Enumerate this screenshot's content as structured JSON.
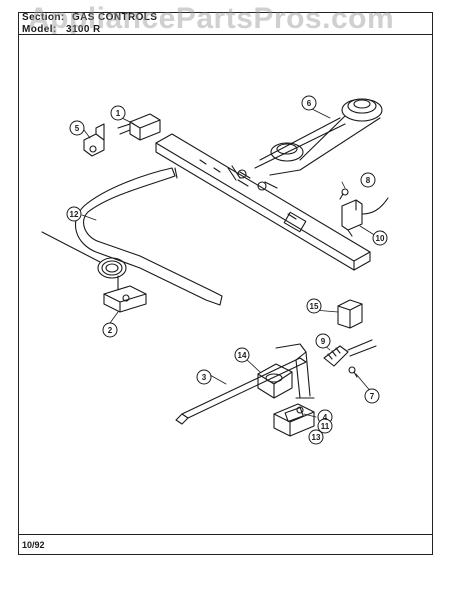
{
  "header": {
    "section_label": "Section:",
    "section_value": "GAS CONTROLS",
    "model_label": "Model:",
    "model_value": "3100 R"
  },
  "watermark": "AppliancePartsPros.com",
  "footer": {
    "date_code": "10/92"
  },
  "callouts": [
    "1",
    "2",
    "3",
    "4",
    "5",
    "6",
    "7",
    "8",
    "9",
    "10",
    "11",
    "12",
    "13",
    "14",
    "15"
  ],
  "colors": {
    "line": "#1a1a1a",
    "watermark": "#969696"
  }
}
